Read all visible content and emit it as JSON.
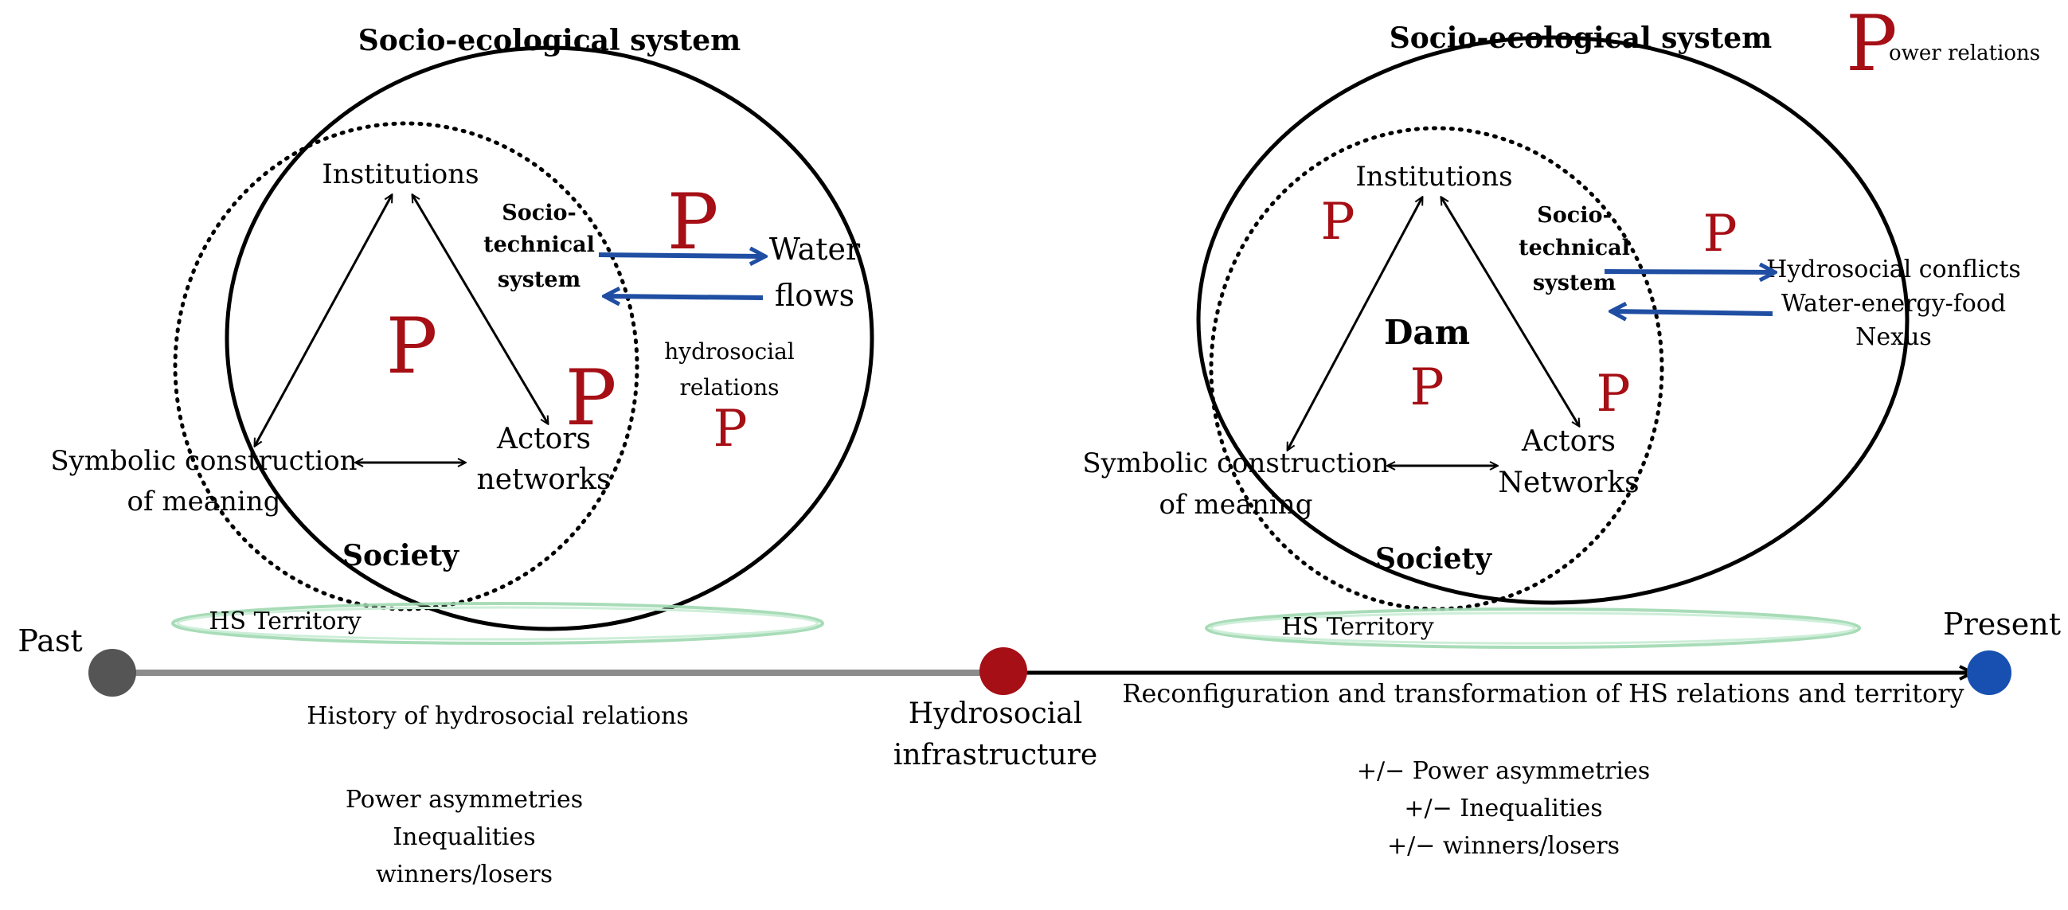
{
  "left": {
    "system_title": "Socio-ecological system",
    "institutions": "Institutions",
    "sociotech": [
      "Socio-",
      "technical",
      "system"
    ],
    "water": [
      "Water",
      "flows"
    ],
    "hydrosocial": [
      "hydrosocial",
      "relations"
    ],
    "symbolic": [
      "Symbolic construction",
      "of meaning"
    ],
    "actors": [
      "Actors",
      "networks"
    ],
    "society": "Society",
    "territory": "HS Territory"
  },
  "right": {
    "system_title": "Socio-ecological system",
    "institutions": "Institutions",
    "sociotech": [
      "Socio-",
      "technical",
      "system"
    ],
    "dam": "Dam",
    "outputs": [
      "Hydrosocial  conflicts",
      "Water-energy-food",
      "Nexus"
    ],
    "symbolic": [
      "Symbolic construction",
      "of meaning"
    ],
    "actors": [
      "Actors",
      "Networks"
    ],
    "society": "Society",
    "territory": "HS Territory"
  },
  "power_symbol": "P",
  "legend": {
    "symbol": "P",
    "text": "ower relations"
  },
  "timeline": {
    "past": "Past",
    "present": "Present",
    "middle": [
      "Hydrosocial",
      "infrastructure"
    ],
    "history": "History of hydrosocial relations",
    "reconfig": "Reconfiguration and transformation of HS relations and territory",
    "left_effects": [
      "Power asymmetries",
      "Inequalities",
      "winners/losers"
    ],
    "right_effects": [
      "+/− Power asymmetries",
      "+/− Inequalities",
      "+/− winners/losers"
    ]
  },
  "colors": {
    "power": "#a50f15",
    "flow_arrow": "#1f4ea3",
    "past_dot": "#555555",
    "middle_dot": "#a50f15",
    "present_dot": "#1750b0",
    "territory": "#9fd8b0"
  }
}
